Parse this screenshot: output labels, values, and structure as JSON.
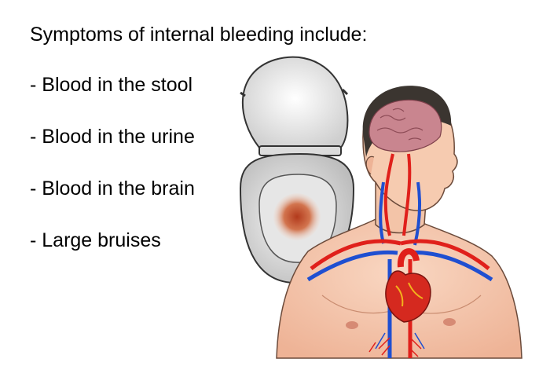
{
  "heading": "Symptoms of internal bleeding include:",
  "symptoms": [
    "- Blood in the stool",
    "- Blood in the urine",
    "- Blood in the brain",
    "- Large bruises"
  ],
  "colors": {
    "text": "#000000",
    "skin": "#f6cbb0",
    "skin_shadow": "#e8a98a",
    "artery": "#e0201b",
    "vein": "#1f4fd1",
    "brain": "#c9858f",
    "hair": "#3b3530",
    "toilet": "#e4e4e4",
    "blood_stain": "#c0502e"
  }
}
